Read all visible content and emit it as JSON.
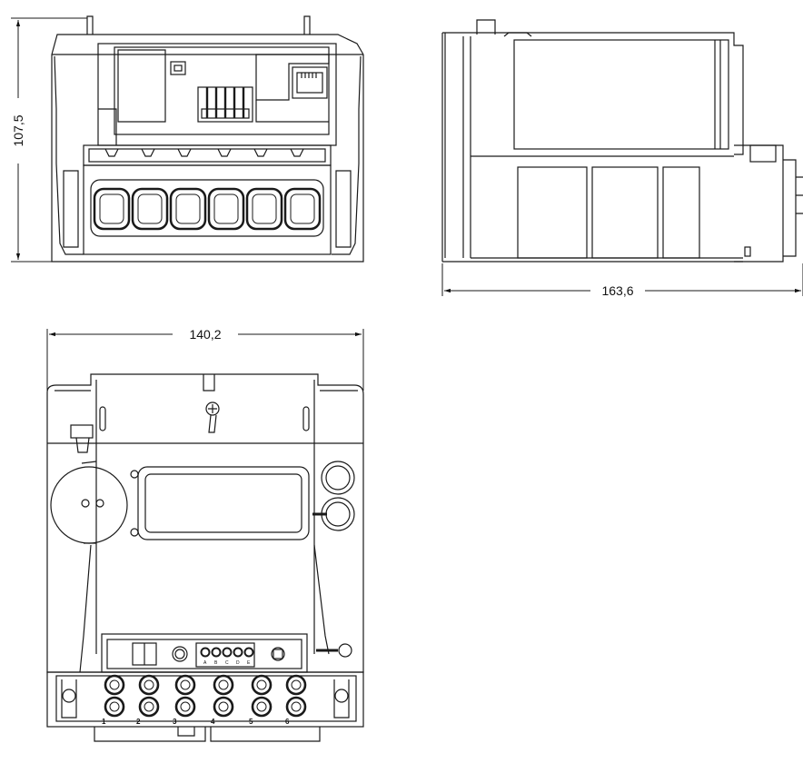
{
  "dimensions": {
    "height": "107,5",
    "depth": "163,6",
    "width": "140,2"
  },
  "terminals": {
    "numbers": [
      "1",
      "2",
      "3",
      "4",
      "5",
      "6"
    ],
    "aux_labels": [
      "A",
      "B",
      "C",
      "D",
      "E"
    ]
  },
  "colors": {
    "line": "#1a1a1a",
    "background": "#ffffff"
  }
}
